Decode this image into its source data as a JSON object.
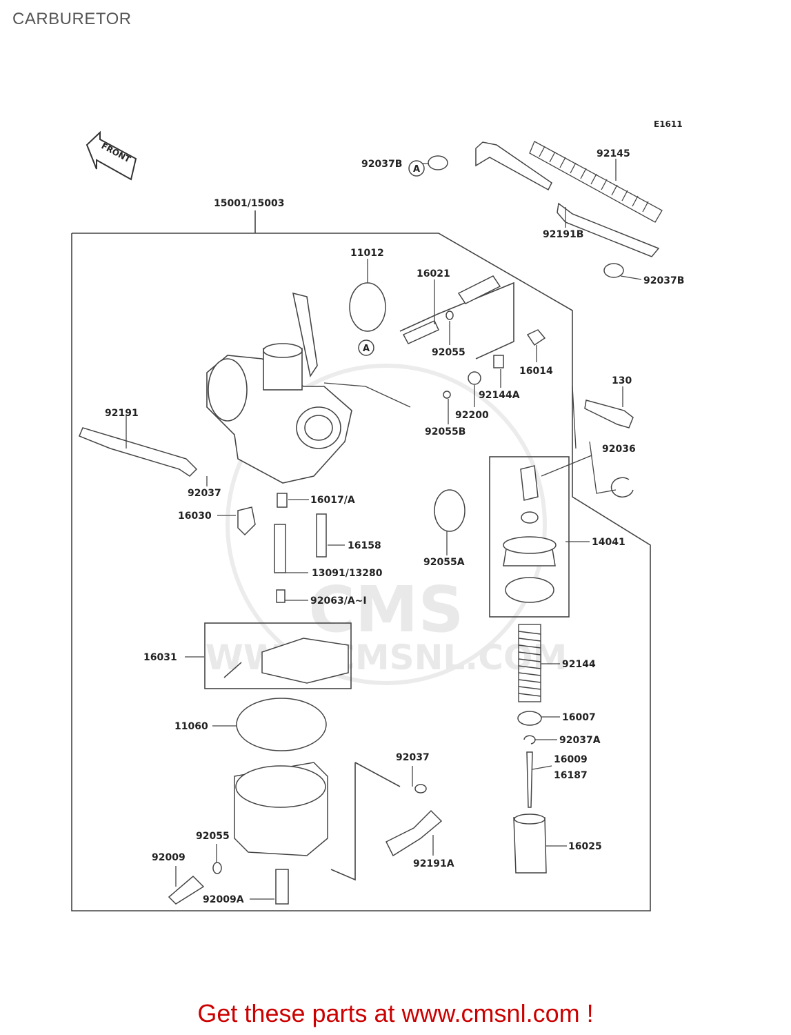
{
  "page": {
    "title": "CARBURETOR",
    "code": "E1611",
    "footer": "Get these parts at www.cmsnl.com !"
  },
  "colors": {
    "line": "#444444",
    "text": "#222222",
    "footer": "#cc0000",
    "watermark": "#d6d6d6"
  },
  "watermark": {
    "text": "WWW.CMSNL.COM",
    "logo": "CMS"
  },
  "front_label": "FRONT",
  "callouts": [
    {
      "id": "c-92037b-top",
      "label": "92037B"
    },
    {
      "id": "c-92145",
      "label": "92145"
    },
    {
      "id": "c-92191b",
      "label": "92191B"
    },
    {
      "id": "c-92037b-bot",
      "label": "92037B"
    },
    {
      "id": "c-15001",
      "label": "15001/15003"
    },
    {
      "id": "c-11012",
      "label": "11012"
    },
    {
      "id": "c-16021",
      "label": "16021"
    },
    {
      "id": "c-92055-top",
      "label": "92055"
    },
    {
      "id": "c-16014",
      "label": "16014"
    },
    {
      "id": "c-92144a",
      "label": "92144A"
    },
    {
      "id": "c-92200",
      "label": "92200"
    },
    {
      "id": "c-92055b",
      "label": "92055B"
    },
    {
      "id": "c-130",
      "label": "130"
    },
    {
      "id": "c-92036",
      "label": "92036"
    },
    {
      "id": "c-92191",
      "label": "92191"
    },
    {
      "id": "c-92037-left",
      "label": "92037"
    },
    {
      "id": "c-16017",
      "label": "16017/A"
    },
    {
      "id": "c-16030",
      "label": "16030"
    },
    {
      "id": "c-16158",
      "label": "16158"
    },
    {
      "id": "c-92055a",
      "label": "92055A"
    },
    {
      "id": "c-14041",
      "label": "14041"
    },
    {
      "id": "c-13091",
      "label": "13091/13280"
    },
    {
      "id": "c-92063",
      "label": "92063/A~I"
    },
    {
      "id": "c-16031",
      "label": "16031"
    },
    {
      "id": "c-92144",
      "label": "92144"
    },
    {
      "id": "c-16007",
      "label": "16007"
    },
    {
      "id": "c-11060",
      "label": "11060"
    },
    {
      "id": "c-92037a",
      "label": "92037A"
    },
    {
      "id": "c-92037-mid",
      "label": "92037"
    },
    {
      "id": "c-16009",
      "label": "16009"
    },
    {
      "id": "c-16187",
      "label": "16187"
    },
    {
      "id": "c-92055-bot",
      "label": "92055"
    },
    {
      "id": "c-92009",
      "label": "92009"
    },
    {
      "id": "c-92191a",
      "label": "92191A"
    },
    {
      "id": "c-16025",
      "label": "16025"
    },
    {
      "id": "c-92009a",
      "label": "92009A"
    }
  ],
  "markers": [
    {
      "id": "m-a-top",
      "letter": "A"
    },
    {
      "id": "m-a-mid",
      "letter": "A"
    }
  ]
}
